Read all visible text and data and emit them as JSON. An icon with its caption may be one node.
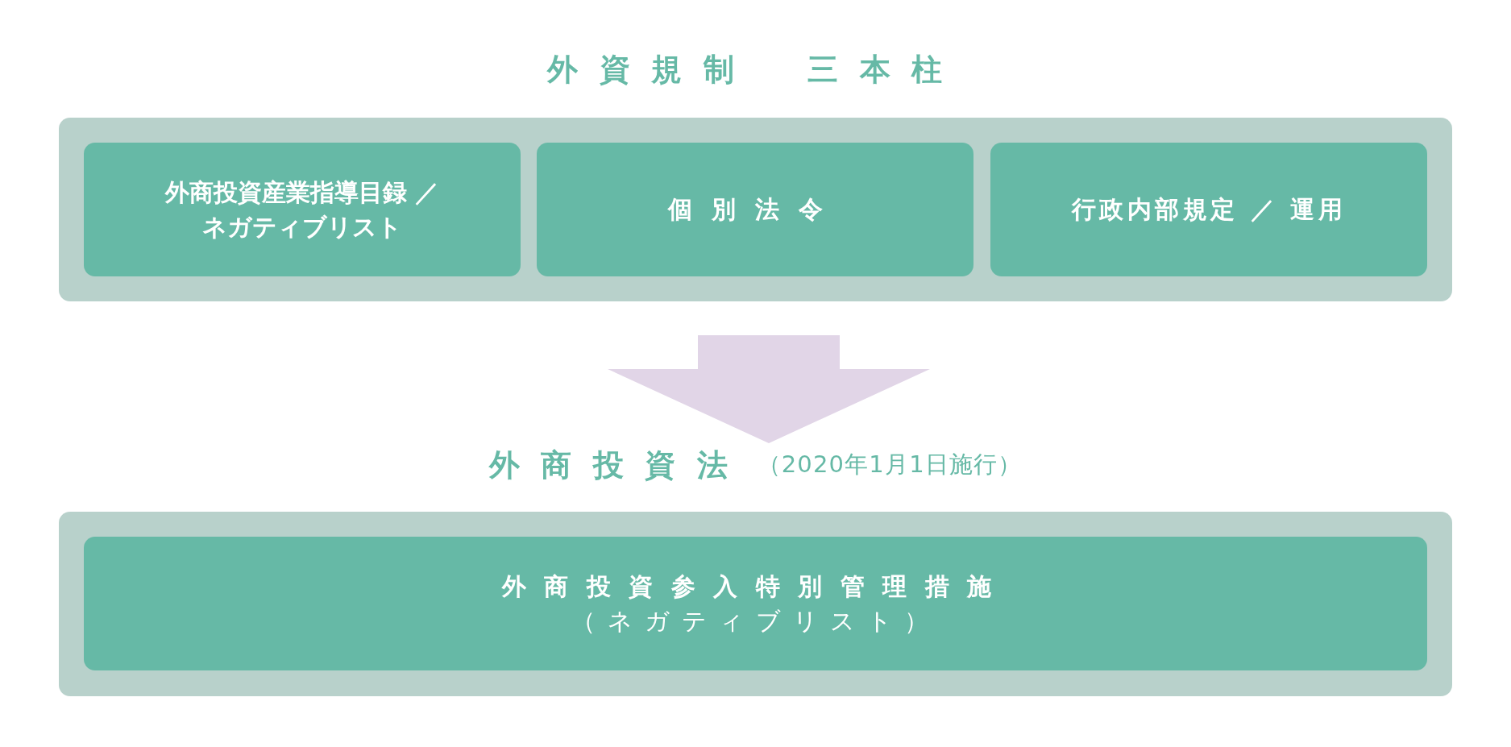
{
  "diagram": {
    "nodes": [
      {
        "text": [
          "外資規制　三本柱"
        ]
      },
      {
        "text": [
          "外商投資産業指導目録 ／ネガティブリスト"
        ],
        "in": 0
      },
      {
        "text": [
          "個別法令"
        ],
        "in": 0
      },
      {
        "text": [
          "行政内部規定 ／ 運用"
        ],
        "in": 0
      },
      {
        "text": [
          "外商投資法"
        ],
        "beside": [
          "（2020年1月1日施行）"
        ]
      },
      {
        "text": [
          "外商投資参入特別管理措施",
          "（ネガティブリスト）"
        ],
        "in": 4
      }
    ],
    "edges": [
      {
        "from": 0,
        "to": 4,
        "arrow": "to"
      }
    ]
  }
}
